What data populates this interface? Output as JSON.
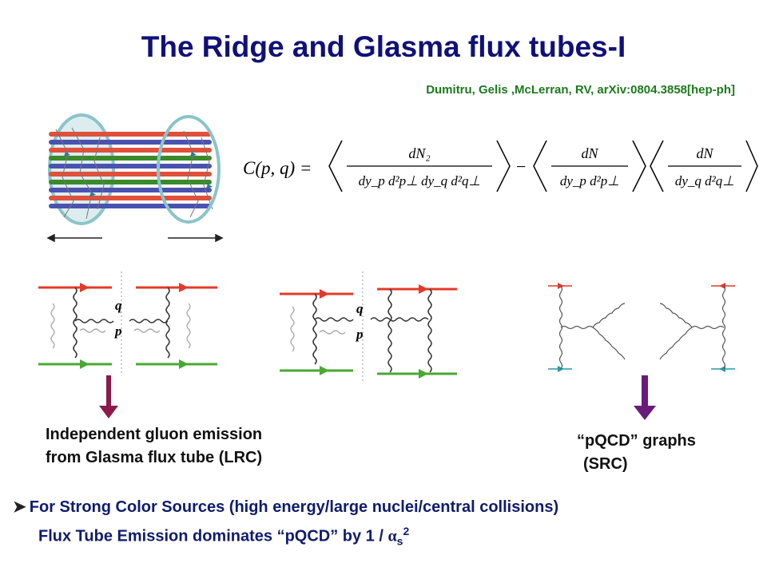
{
  "title": "The Ridge and Glasma flux tubes-I",
  "citation": "Dumitru, Gelis ,McLerran, RV, arXiv:0804.3858[hep-ph]",
  "equation": {
    "lhs": "C(p, q) =",
    "term1_num": "dN₂",
    "term1_den": "dy_p d²p⊥ dy_q d²q⊥",
    "minus": "−",
    "term2_num": "dN",
    "term2_den": "dy_p d²p⊥",
    "term3_num": "dN",
    "term3_den": "dy_q d²q⊥"
  },
  "diagram_labels": {
    "q": "q",
    "p": "p"
  },
  "labels": {
    "lrc_line1": "Independent gluon emission",
    "lrc_line2": "from Glasma flux tube (LRC)",
    "src_line1": "“pQCD” graphs",
    "src_line2": "(SRC)"
  },
  "bullet": {
    "marker": "➤",
    "line1": "For Strong Color Sources (high energy/large nuclei/central collisions)",
    "line2_text": "Flux Tube Emission dominates “pQCD” by 1 / ",
    "alpha": "α",
    "sub": "s",
    "sup": "2"
  },
  "colors": {
    "title": "#10107a",
    "citation": "#1c7a1c",
    "arrow": "#8b1a4a",
    "arrow_right": "#6a1a7a",
    "quark_red": "#e23b2a",
    "quark_green": "#4aa832",
    "teal": "#2a9aa0"
  }
}
